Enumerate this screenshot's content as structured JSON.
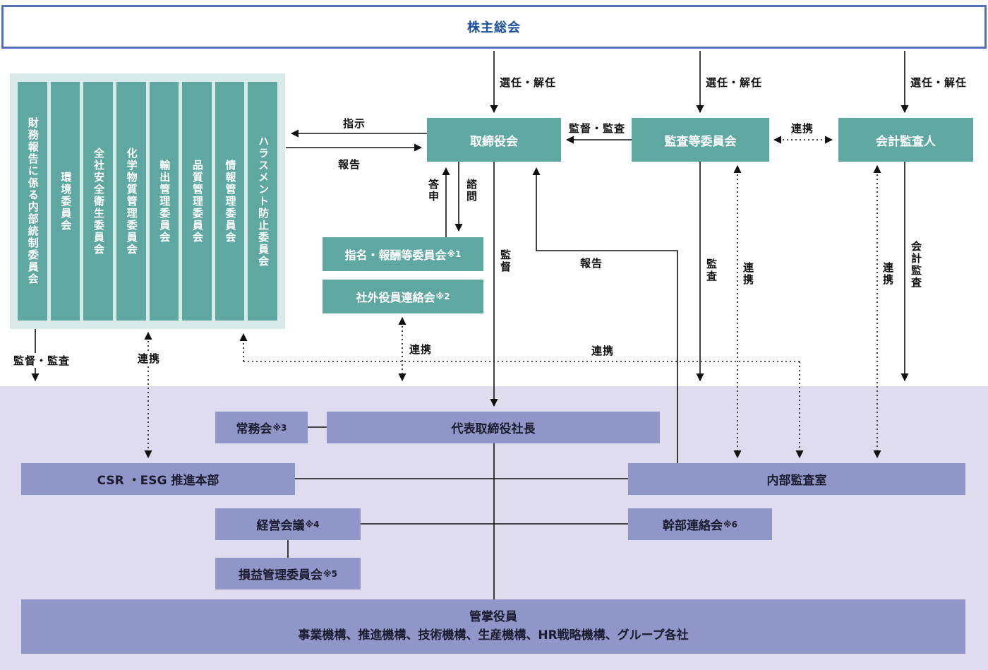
{
  "boxes": {
    "shareholders": "株主総会",
    "board": "取締役会",
    "audit_committee": "監査等委員会",
    "accounting_auditor": "会計監査人",
    "nomination": {
      "label": "指名・報酬等委員会",
      "note": "※1"
    },
    "outside_officers": {
      "label": "社外役員連絡会",
      "note": "※2"
    },
    "jomukai": {
      "label": "常務会",
      "note": "※3"
    },
    "president": "代表取締役社長",
    "csr_esg": "CSR ・ESG 推進本部",
    "internal_audit": "内部監査室",
    "keiei_kaigi": {
      "label": "経営会議",
      "note": "※4"
    },
    "kanbu_renraku": {
      "label": "幹部連絡会",
      "note": "※6"
    },
    "soneki": {
      "label": "損益管理委員会",
      "note": "※5"
    },
    "kansho": {
      "title": "管掌役員",
      "subtitle": "事業機構、推進機構、技術機構、生産機構、HR戦略機構、グループ各社"
    }
  },
  "committees": [
    "財務報告に係る内部統制委員会",
    "環境委員会",
    "全社安全衛生委員会",
    "化学物質管理委員会",
    "輸出管理委員会",
    "品質管理委員会",
    "情報管理委員会",
    "ハラスメント防止委員会"
  ],
  "arrows": {
    "appoint1": "選任・解任",
    "appoint2": "選任・解任",
    "appoint3": "選任・解任",
    "instruct": "指示",
    "report_to_committees": "報告",
    "supervise_audit": "監督・監査",
    "cooperate_top": "連携",
    "toushin": "答申",
    "shimon": "諮問",
    "kantoku": "監督",
    "houkoku": "報告",
    "kansa": "監査",
    "renkei_audit": "連携",
    "renkei_auditor": "連携",
    "kaikei_kansa": "会計監査",
    "kantoku_kansa_left": "監督・監査",
    "renkei_left": "連携",
    "renkei_outside": "連携",
    "renkei_mid": "連携"
  },
  "colors": {
    "teal": "#5ea8a1",
    "teal_panel": "#d8ebe8",
    "purple": "#9196c8",
    "purple_section": "#dedcee",
    "blue_border": "#5572b8",
    "blue_text": "#1a4e9e",
    "line": "#111111"
  }
}
